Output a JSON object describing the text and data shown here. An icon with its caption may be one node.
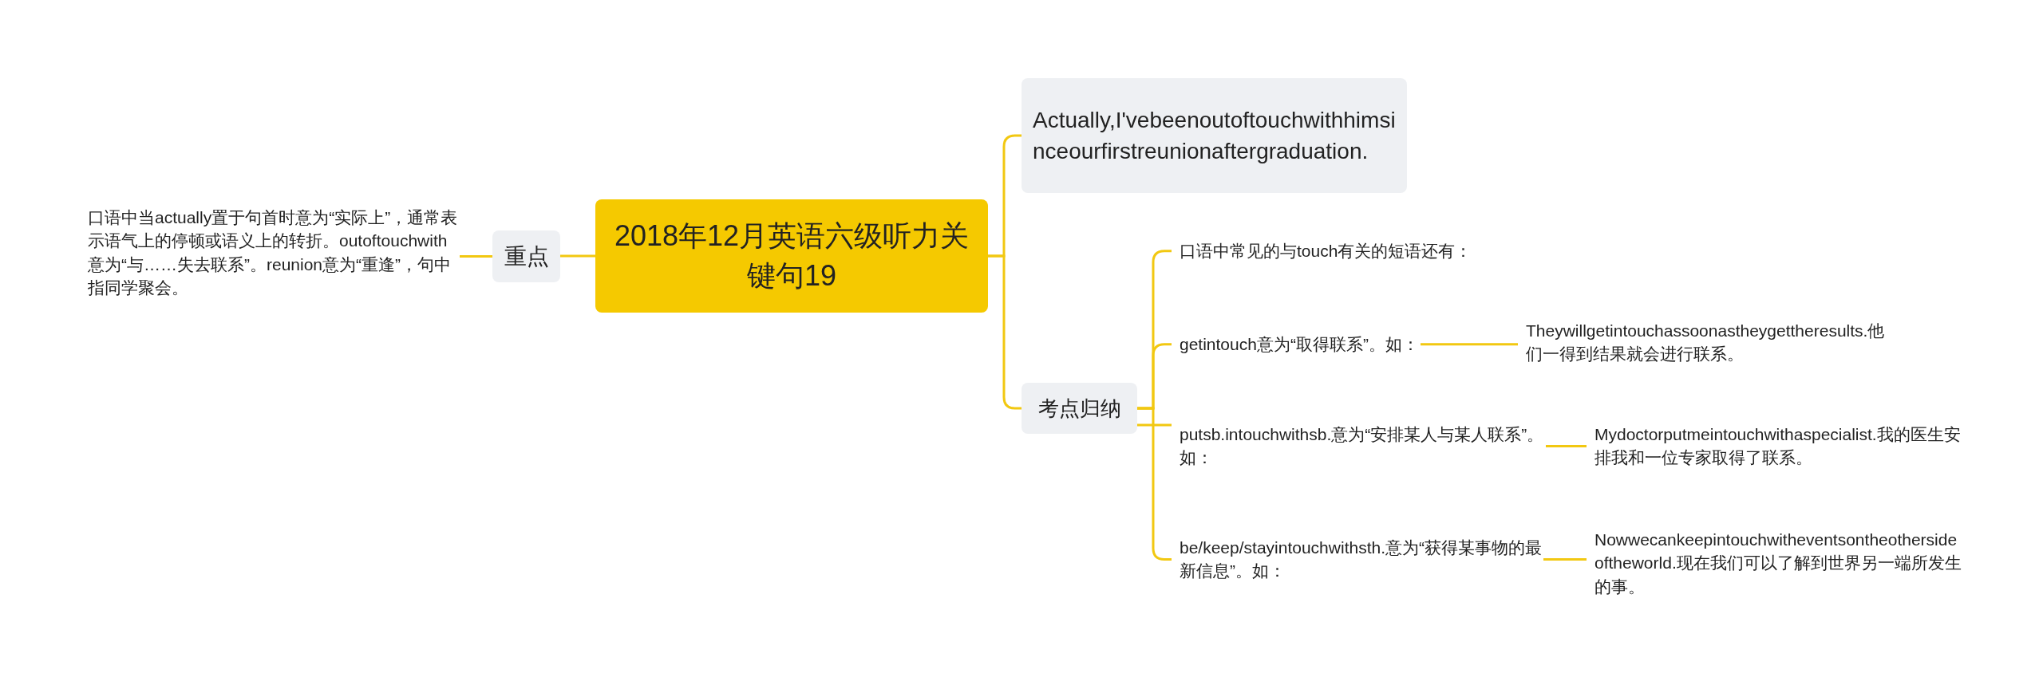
{
  "diagram": {
    "nodes": [
      {
        "text": [
          "2018年12月英语六级听力关键句19"
        ]
      },
      {
        "text": [
          "重点"
        ]
      },
      {
        "text": [
          "口语中当actually置于句首时意为“实际上”，通常表示语气上的停顿或语义上的转折。outoftouchwith意为“与……失去联系”。reunion意为“重逢”，句中指同学聚会。"
        ]
      },
      {
        "text": [
          "Actually,I'vebeenoutoftouchwithhimsinceourfirstreunionaftergraduation."
        ]
      },
      {
        "text": [
          "考点归纳"
        ]
      },
      {
        "text": [
          "口语中常见的与touch有关的短语还有："
        ]
      },
      {
        "text": [
          "getintouch意为“取得联系”。如："
        ]
      },
      {
        "text": [
          "Theywillgetintouchassoonastheygettheresults.他们一得到结果就会进行联系。"
        ]
      },
      {
        "text": [
          "putsb.intouchwithsb.意为“安排某人与某人联系”。如："
        ]
      },
      {
        "text": [
          "Mydoctorputmeintouchwithaspecialist.我的医生安排我和一位专家取得了联系。"
        ]
      },
      {
        "text": [
          "be/keep/stayintouchwithsth.意为“获得某事物的最新信息”。如："
        ]
      },
      {
        "text": [
          "Nowwecankeepintouchwitheventsontheothersideoftheworld.现在我们可以了解到世界另一端所发生的事。"
        ]
      }
    ],
    "edges": [
      {
        "from": 0,
        "to": 1,
        "arrow": "none"
      },
      {
        "from": 1,
        "to": 2,
        "arrow": "none"
      },
      {
        "from": 0,
        "to": 3,
        "arrow": "none"
      },
      {
        "from": 0,
        "to": 4,
        "arrow": "none"
      },
      {
        "from": 4,
        "to": 5,
        "arrow": "none"
      },
      {
        "from": 4,
        "to": 6,
        "arrow": "none"
      },
      {
        "from": 4,
        "to": 8,
        "arrow": "none"
      },
      {
        "from": 4,
        "to": 10,
        "arrow": "none"
      },
      {
        "from": 6,
        "to": 7,
        "arrow": "none"
      },
      {
        "from": 8,
        "to": 9,
        "arrow": "none"
      },
      {
        "from": 10,
        "to": 11,
        "arrow": "none"
      }
    ]
  }
}
